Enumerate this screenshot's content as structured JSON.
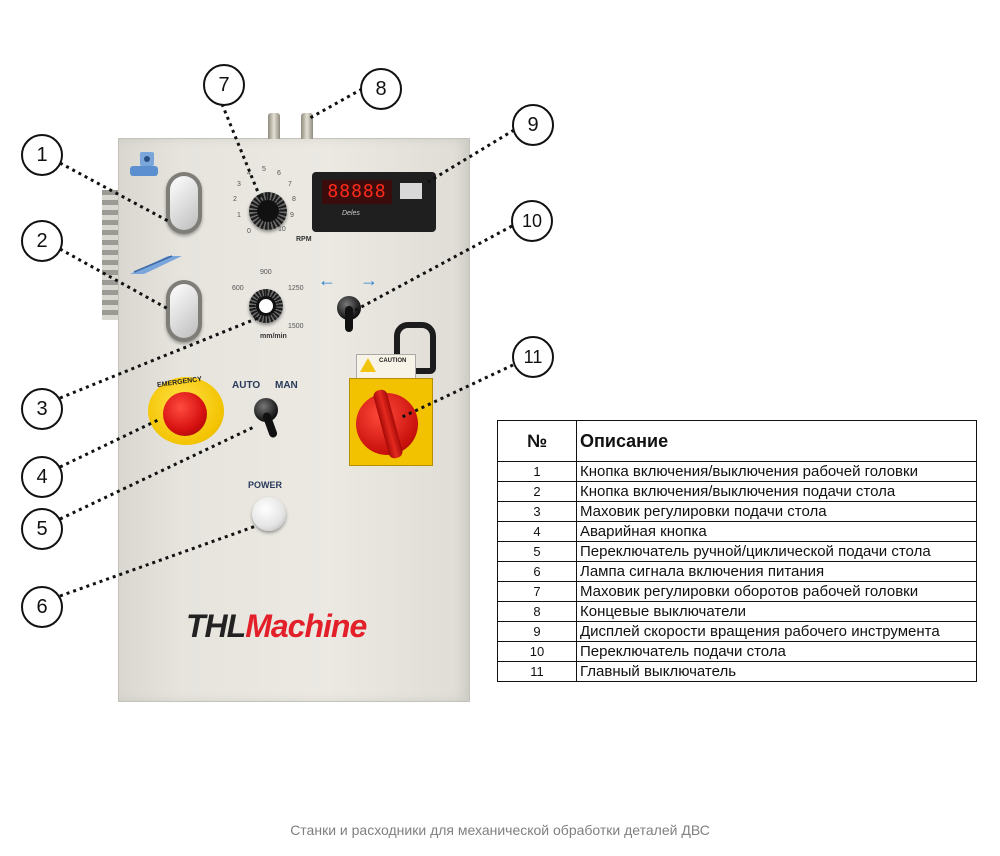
{
  "panel": {
    "brand_part1": "THL",
    "brand_part2": "Machine",
    "emergency_text": "EMERGENCY",
    "auto_label": "AUTO",
    "man_label": "MAN",
    "power_label": "POWER",
    "rpm_label": "RPM",
    "feed_unit": "mm/min",
    "caution_label": "CAUTION",
    "display_reading": "88888",
    "display_brand": "Deles",
    "arrow_left": "←",
    "arrow_right": "→",
    "rpm_scale": [
      "0",
      "1",
      "2",
      "3",
      "4",
      "5",
      "6",
      "7",
      "8",
      "9",
      "10"
    ],
    "feed_scale": [
      "600",
      "900",
      "1250",
      "1500"
    ],
    "colors": {
      "panel": "#e8e6df",
      "switch_yellow": "#f2c200",
      "stop_red": "#d51010",
      "brand_red": "#e3202a",
      "arrow_blue": "#2a7fd0"
    }
  },
  "callouts": [
    "1",
    "2",
    "3",
    "4",
    "5",
    "6",
    "7",
    "8",
    "9",
    "10",
    "11"
  ],
  "table": {
    "header_num": "№",
    "header_desc": "Описание",
    "rows": [
      {
        "num": "1",
        "desc": "Кнопка включения/выключения рабочей головки"
      },
      {
        "num": "2",
        "desc": "Кнопка включения/выключения подачи стола"
      },
      {
        "num": "3",
        "desc": "Маховик регулировки подачи стола"
      },
      {
        "num": "4",
        "desc": "Аварийная кнопка"
      },
      {
        "num": "5",
        "desc": "Переключатель ручной/циклической подачи стола"
      },
      {
        "num": "6",
        "desc": "Лампа сигнала включения питания"
      },
      {
        "num": "7",
        "desc": "Маховик регулировки оборотов рабочей головки"
      },
      {
        "num": "8",
        "desc": "Концевые выключатели"
      },
      {
        "num": "9",
        "desc": "Дисплей скорости вращения рабочего инструмента"
      },
      {
        "num": "10",
        "desc": "Переключатель подачи стола"
      },
      {
        "num": "11",
        "desc": "Главный выключатель"
      }
    ]
  },
  "footer": "Станки и расходники для механической обработки деталей ДВС"
}
